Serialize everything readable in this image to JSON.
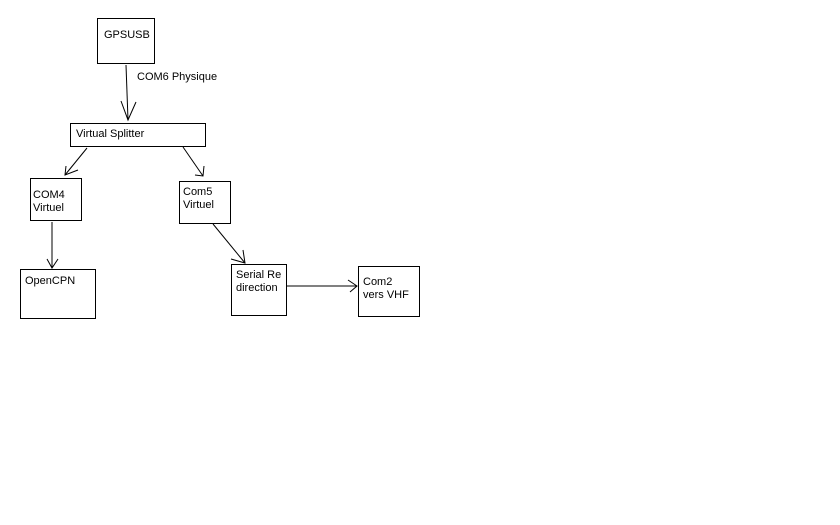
{
  "nodes": {
    "gpsusb": "GPSUSB",
    "splitter": "Virtual Splitter",
    "com4": "COM4 Virtuel",
    "com5": "Com5 Virtuel",
    "opencpn": "OpenCPN",
    "serial": "Serial Redirection",
    "com2": "Com2 vers VHF"
  },
  "edges": {
    "gps_to_splitter_label": "COM6 Physique"
  }
}
